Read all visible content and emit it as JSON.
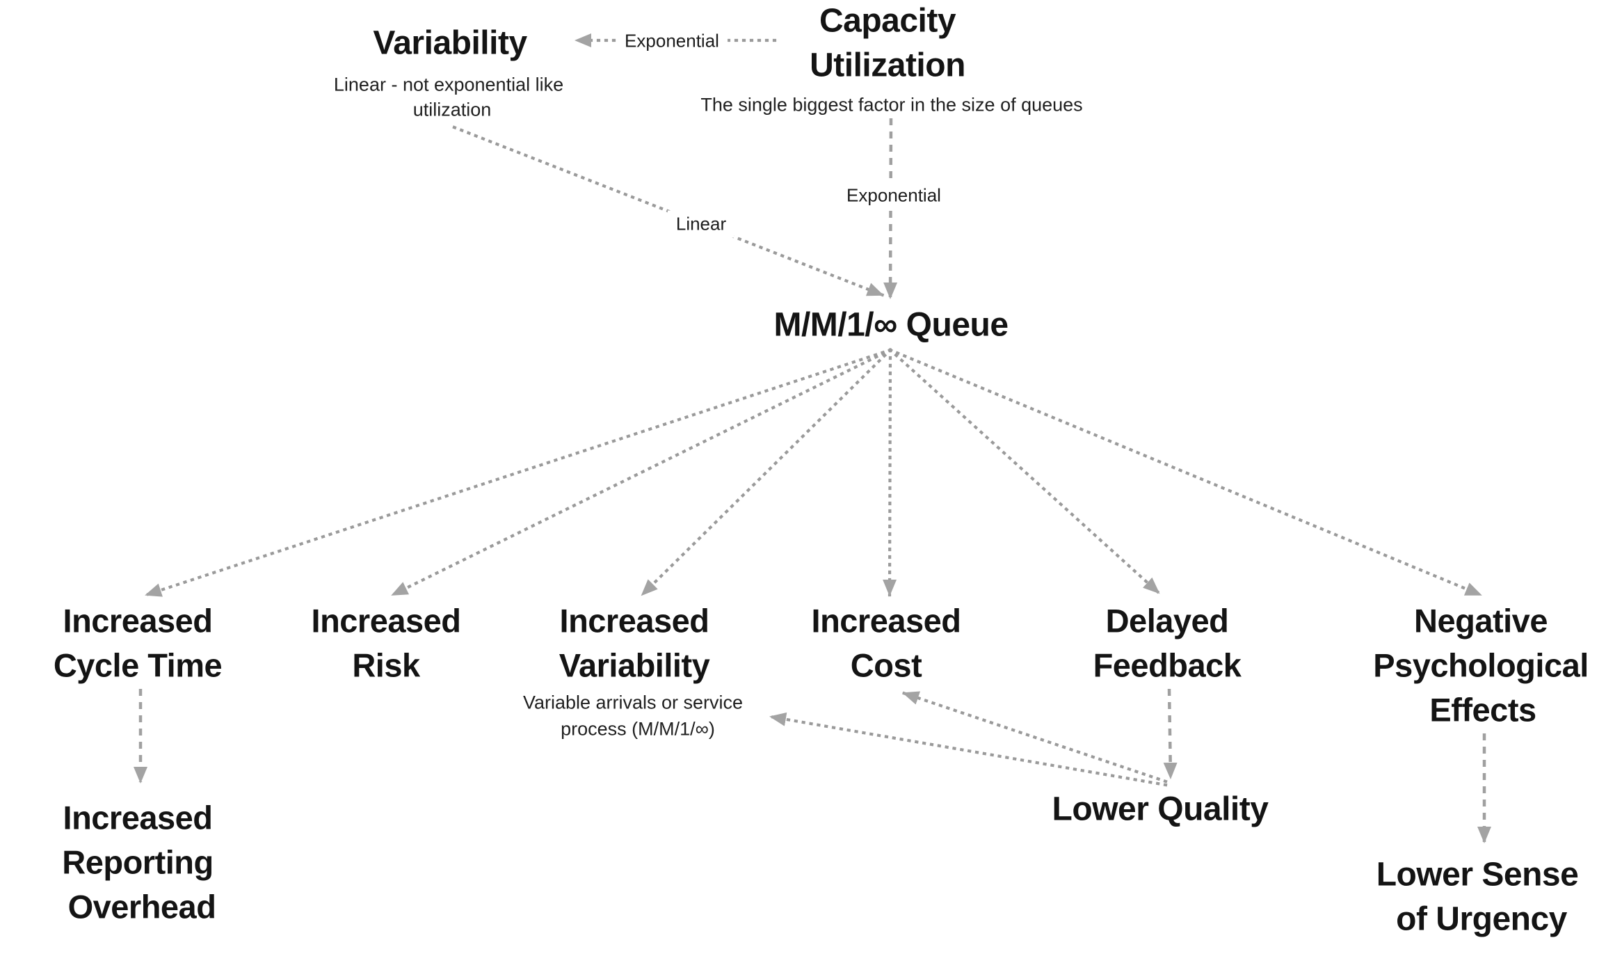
{
  "nodes": {
    "variability": {
      "title": "Variability",
      "subtitle_line1": "Linear - not exponential like",
      "subtitle_line2": "utilization"
    },
    "capacity": {
      "title_line1": "Capacity",
      "title_line2": "Utilization",
      "subtitle": "The single biggest factor in the size of queues"
    },
    "queue": {
      "title": "M/M/1/∞ Queue"
    },
    "cycle_time": {
      "title_line1": "Increased",
      "title_line2": "Cycle Time"
    },
    "risk": {
      "title_line1": "Increased",
      "title_line2": "Risk"
    },
    "variability_effect": {
      "title_line1": "Increased",
      "title_line2": "Variability",
      "subtitle_line1": "Variable arrivals or service",
      "subtitle_line2": "process (M/M/1/∞)"
    },
    "cost": {
      "title_line1": "Increased",
      "title_line2": "Cost"
    },
    "feedback": {
      "title_line1": "Delayed",
      "title_line2": "Feedback"
    },
    "psych": {
      "title_line1": "Negative",
      "title_line2": "Psychological",
      "title_line3": "Effects"
    },
    "reporting": {
      "title_line1": "Increased",
      "title_line2": "Reporting",
      "title_line3": "Overhead"
    },
    "quality": {
      "title": "Lower Quality"
    },
    "urgency": {
      "title_line1": "Lower Sense",
      "title_line2": "of Urgency"
    }
  },
  "edge_labels": {
    "exp_top": "Exponential",
    "exp_mid": "Exponential",
    "linear": "Linear"
  },
  "colors": {
    "background": "#ffffff",
    "text": "#141414",
    "edge": "#9a9a9a"
  }
}
